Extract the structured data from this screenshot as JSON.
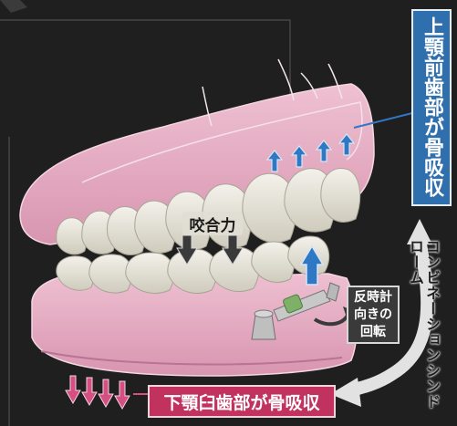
{
  "labels": {
    "upper_box": "上顎前歯部が骨吸収",
    "lower_box": "下顎臼歯部が骨吸収",
    "bite_force": "咬合力",
    "rotation_line1": "反時計",
    "rotation_line2": "向きの",
    "rotation_line3": "回転",
    "syndrome": "コンビネーションシンドローム"
  },
  "colors": {
    "background": "#1f1f1f",
    "gum": "#e7aac0",
    "gum_dark": "#c4819c",
    "tooth": "#e6e4da",
    "upper_box": "#2f6fad",
    "lower_box": "#c2325f",
    "arrow_blue": "#2f78c4",
    "arrow_pink": "#d64f82"
  }
}
